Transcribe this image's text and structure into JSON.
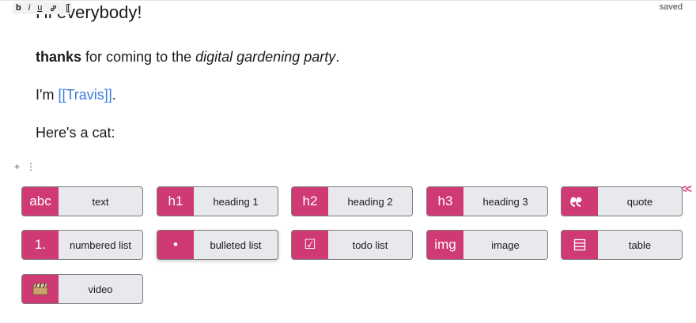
{
  "status": {
    "saved": "saved"
  },
  "toolbar": {
    "bold": "b",
    "italic": "i",
    "underline": "u",
    "wiki": "[["
  },
  "document": {
    "heading": "Hi everybody!",
    "p1": {
      "bold": "thanks",
      "mid": " for coming to the ",
      "italic": "digital gardening party",
      "end": "."
    },
    "p2": {
      "pre": "I'm ",
      "link": "[[Travis]]",
      "end": "."
    },
    "p3": "Here's a cat:"
  },
  "block_handle": {
    "add": "+",
    "menu": "⋮"
  },
  "collapse": "<<",
  "colors": {
    "accent": "#cf3a75",
    "link": "#3b7de0",
    "tile_bg": "#e8e9ec"
  },
  "blocks": [
    {
      "icon": "abc",
      "label": "text"
    },
    {
      "icon": "h1",
      "label": "heading 1"
    },
    {
      "icon": "h2",
      "label": "heading 2"
    },
    {
      "icon": "h3",
      "label": "heading 3"
    },
    {
      "icon": "quote-icon",
      "label": "quote"
    },
    {
      "icon": "1.",
      "label": "numbered list"
    },
    {
      "icon": "•",
      "label": "bulleted list"
    },
    {
      "icon": "☑",
      "label": "todo list"
    },
    {
      "icon": "img",
      "label": "image"
    },
    {
      "icon": "table-icon",
      "label": "table"
    },
    {
      "icon": "film-icon",
      "label": "video"
    }
  ]
}
